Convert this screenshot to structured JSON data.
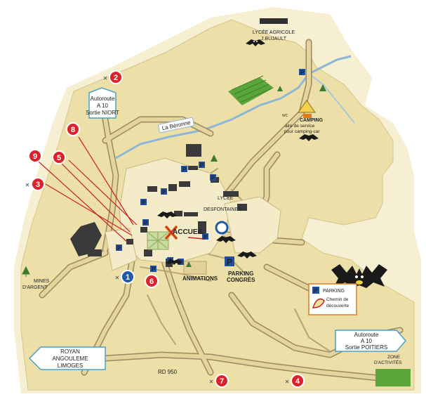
{
  "map": {
    "colors": {
      "land": "#ece0a8",
      "outer_land": "#f6efd2",
      "road": "#cdb98a",
      "road_edge": "#9c8860",
      "river": "#8fb6d6",
      "pin_red": "#d8232a",
      "pin_blue": "#1f5aa8",
      "parking_blue": "#1f4f9e",
      "marker_line": "#c81e1e",
      "accent_orange": "#e07a20"
    },
    "labels": {
      "lycee_agricole": [
        "LYCÉE AGRICOLE",
        "J.BUJAULT"
      ],
      "river": "La Béronne",
      "camping": [
        "CAMPING",
        "aire de service",
        "pour camping-car"
      ],
      "lycee_desfontaines": [
        "LYCÉE",
        "DESFONTAINES"
      ],
      "accueil": "ACCUEIL",
      "animations": "ANIMATIONS",
      "parking_congres": [
        "PARKING",
        "CONGRÈS"
      ],
      "mines": [
        "MINES",
        "D'ARGENT"
      ],
      "road": "RD 950",
      "zone_activites": [
        "ZONE",
        "D'ACTIVITÉS"
      ]
    },
    "signs": {
      "autoroute_niort": [
        "Autoroute",
        "A 10",
        "Sortie NIORT"
      ],
      "royan": [
        "ROYAN",
        "ANGOULEME",
        "LIMOGES"
      ],
      "autoroute_poitiers": [
        "Autoroute",
        "A 10",
        "Sortie POITIERS"
      ]
    },
    "legend": {
      "parking_icon": "P",
      "parking": "PARKING",
      "chemin": [
        "Chemin de",
        "découverte"
      ]
    },
    "pins": [
      {
        "id": "1",
        "color": "blue"
      },
      {
        "id": "2",
        "color": "red"
      },
      {
        "id": "3",
        "color": "red"
      },
      {
        "id": "4",
        "color": "red"
      },
      {
        "id": "5",
        "color": "red"
      },
      {
        "id": "6",
        "color": "red"
      },
      {
        "id": "7",
        "color": "red"
      },
      {
        "id": "8",
        "color": "red"
      },
      {
        "id": "9",
        "color": "red"
      }
    ],
    "icons": [
      "bat-mascot-icon",
      "parking-icon",
      "restaurant-icon",
      "tree-icon",
      "wc-icon"
    ]
  }
}
